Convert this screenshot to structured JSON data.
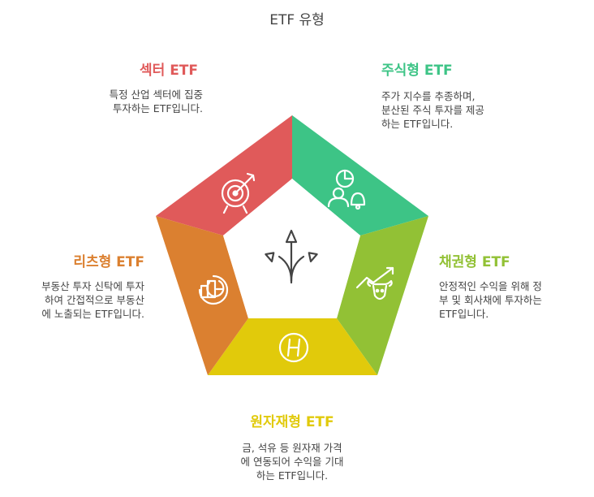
{
  "title": "ETF 유형",
  "colors": {
    "sector": "#E05A5A",
    "stock": "#3DC486",
    "bond": "#92C135",
    "commodity": "#E1CA0B",
    "reits": "#DB8030"
  },
  "sections": {
    "sector": {
      "heading": "섹터 ETF",
      "lines": [
        "특정 산업 섹터에 집중",
        "투자하는 ETF입니다."
      ],
      "icon": "target-icon"
    },
    "stock": {
      "heading": "주식형 ETF",
      "lines": [
        "주가 지수를 추종하며,",
        "분산된 주식 투자를 제공",
        "하는 ETF입니다."
      ],
      "icon": "people-chart-icon"
    },
    "bond": {
      "heading": "채권형 ETF",
      "lines": [
        "안정적인 수익을 위해 정",
        "부 및 회사채에 투자하는",
        "ETF입니다."
      ],
      "icon": "bull-market-icon"
    },
    "commodity": {
      "heading": "원자재형 ETF",
      "lines": [
        "금, 석유 등 원자재 가격",
        "에 연동되어 수익을 기대",
        "하는 ETF입니다."
      ],
      "icon": "coin-icon"
    },
    "reits": {
      "heading": "리츠형 ETF",
      "lines": [
        "부동산 투자 신탁에 투자",
        "하여 간접적으로 부동산",
        "에 노출되는 ETF입니다."
      ],
      "icon": "building-chart-icon"
    }
  },
  "center_icon": "three-way-arrows-icon"
}
